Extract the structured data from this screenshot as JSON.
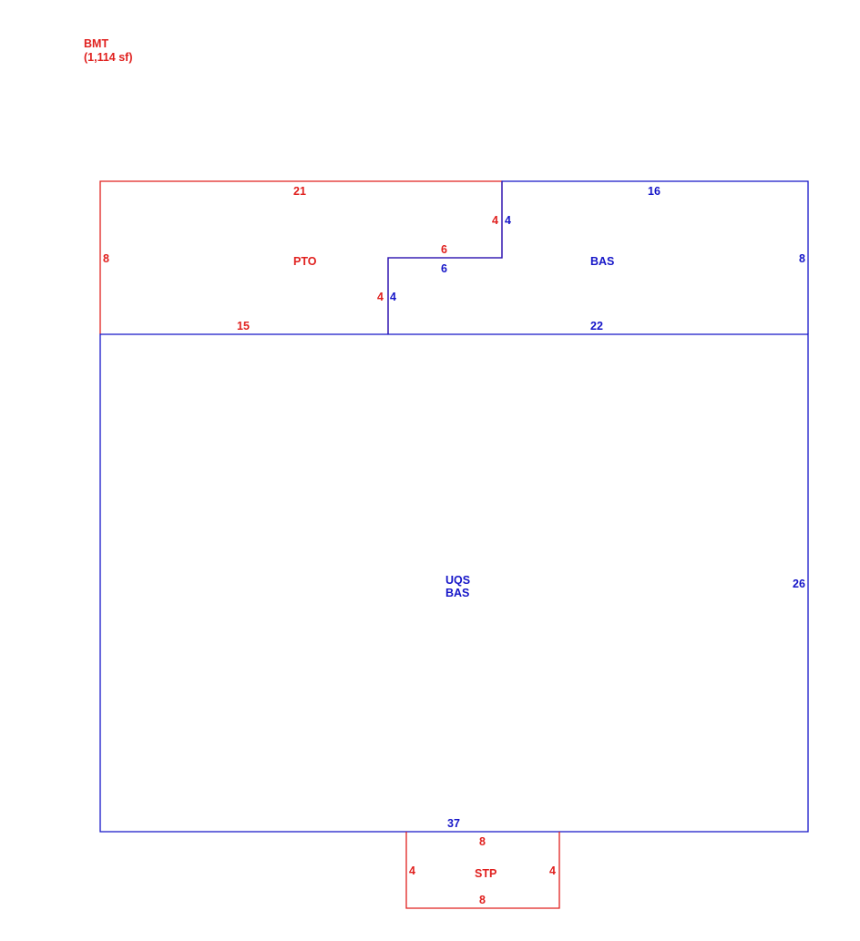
{
  "legend": {
    "title": "BMT",
    "area": "(1,114 sf)"
  },
  "areas": {
    "pto": {
      "label": "PTO",
      "dims": {
        "top": "21",
        "left": "8",
        "bottom": "15",
        "step_horizontal": "6",
        "step_upper_vertical": "4",
        "step_lower_vertical": "4"
      }
    },
    "bas_upper": {
      "label": "BAS",
      "dims": {
        "top": "16",
        "right": "8",
        "bottom": "22",
        "step_horizontal": "6",
        "step_upper_vertical": "4",
        "step_lower_vertical": "4"
      }
    },
    "main": {
      "label_1": "UQS",
      "label_2": "BAS",
      "dims": {
        "right": "26",
        "bottom": "37"
      }
    },
    "stp": {
      "label": "STP",
      "dims": {
        "top": "8",
        "bottom": "8",
        "left": "4",
        "right": "4"
      }
    }
  },
  "colors": {
    "red": "#e0201e",
    "blue": "#1515c8"
  }
}
